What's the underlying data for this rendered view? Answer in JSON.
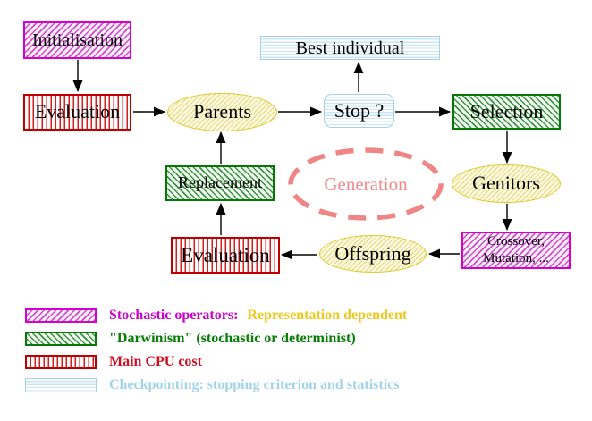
{
  "nodes": {
    "initialisation": {
      "label": "Initialisation"
    },
    "evaluation_top": {
      "label": "Evaluation"
    },
    "parents": {
      "label": "Parents"
    },
    "best_individual": {
      "label": "Best individual"
    },
    "stop": {
      "label": "Stop ?"
    },
    "selection": {
      "label": "Selection"
    },
    "genitors": {
      "label": "Genitors"
    },
    "crossover_mutation": {
      "line1": "Crossover,",
      "line2": "Mutation, ..."
    },
    "offspring": {
      "label": "Offspring"
    },
    "evaluation_bottom": {
      "label": "Evaluation"
    },
    "replacement": {
      "label": "Replacement"
    },
    "generation": {
      "label": "Generation"
    }
  },
  "legend": {
    "items": [
      {
        "swatch": "magenta-diagonal-hatch",
        "label": "Stochastic operators:",
        "label_color": "#cc00cc",
        "label_suffix": "Representation dependent",
        "suffix_color": "#eec81e"
      },
      {
        "swatch": "green-diagonal-hatch",
        "label": "\"Darwinism\" (stochastic or determinist)",
        "label_color": "#067d06"
      },
      {
        "swatch": "red-vertical-stripes",
        "label": "Main CPU cost",
        "label_color": "#cc1122"
      },
      {
        "swatch": "cyan-horizontal-stripes",
        "label": "Checkpointing: stopping criterion and statistics",
        "label_color": "#a3d3ea"
      }
    ]
  },
  "colors": {
    "magenta_border": "#d400d4",
    "green_border": "#067806",
    "red_border": "#c00000",
    "cyan_border": "#a5d2e6",
    "yellow_border": "#ddca2e",
    "salmon_dashed": "#ef8585",
    "arrow": "#000000",
    "background": "#ffffff"
  }
}
